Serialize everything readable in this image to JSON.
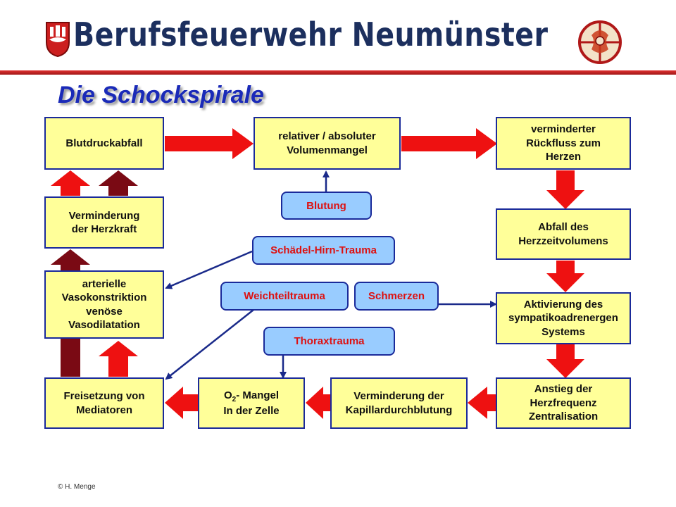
{
  "header": {
    "title": "Berufsfeuerwehr Neumünster"
  },
  "page_title": "Die Schockspirale",
  "boxes": {
    "blutdruckabfall": "Blutdruckabfall",
    "volumenmangel": "relativer / absoluter\nVolumenmangel",
    "rueckfluss": "verminderter\nRückfluss zum\nHerzen",
    "herzkraft": "Verminderung\nder Herzkraft",
    "herzzeitvolumen": "Abfall des\nHerzzeitvolumens",
    "vasokonstriktion": "arterielle\nVasokonstriktion\nvenöse\nVasodilatation",
    "sympathikus": "Aktivierung des\nsympatikoadrenergen\nSystems",
    "mediatoren": "Freisetzung von\nMediatoren",
    "o2_prefix": "O",
    "o2_sub": "2",
    "o2_suffix": "- Mangel\nIn der Zelle",
    "kapillar": "Verminderung der\nKapillardurchblutung",
    "herzfrequenz": "Anstieg der\nHerzfrequenz\nZentralisation"
  },
  "causes": {
    "blutung": "Blutung",
    "sht": "Schädel-Hirn-Trauma",
    "weichteil": "Weichteiltrauma",
    "schmerzen": "Schmerzen",
    "thorax": "Thoraxtrauma"
  },
  "footer": "© H. Menge",
  "colors": {
    "box_fill": "#ffff99",
    "box_border": "#1a2a9a",
    "cause_fill": "#99ccff",
    "cause_text": "#dd1111",
    "arrow_red": "#ee1111",
    "arrow_dark": "#7a0a14",
    "title_blue": "#1a2ab8"
  }
}
